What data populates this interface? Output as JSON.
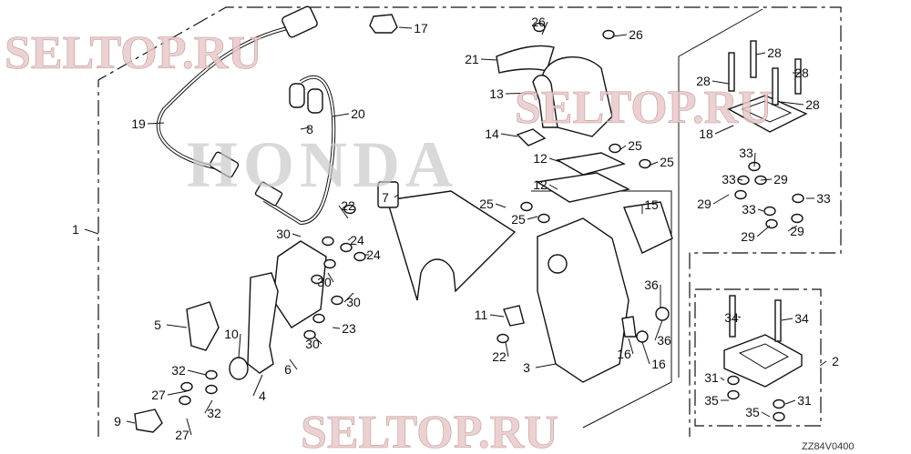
{
  "diagram": {
    "type": "exploded parts diagram",
    "callouts": [
      "17",
      "26",
      "26",
      "21",
      "13",
      "19",
      "20",
      "8",
      "14",
      "25",
      "12",
      "25",
      "12",
      "7",
      "15",
      "22",
      "25",
      "25",
      "30",
      "24",
      "24",
      "1",
      "30",
      "30",
      "11",
      "36",
      "36",
      "23",
      "5",
      "10",
      "30",
      "16",
      "16",
      "22",
      "3",
      "6",
      "32",
      "4",
      "27",
      "32",
      "9",
      "27",
      "28",
      "28",
      "28",
      "28",
      "18",
      "33",
      "33",
      "29",
      "29",
      "33",
      "33",
      "29",
      "29",
      "34",
      "34",
      "2",
      "31",
      "31",
      "35",
      "35"
    ],
    "watermarks": [
      "HONDA",
      "SELTOP.RU",
      "SELTOP.RU",
      "SELTOP.RU"
    ],
    "drawing_code": "ZZ84V0400"
  }
}
